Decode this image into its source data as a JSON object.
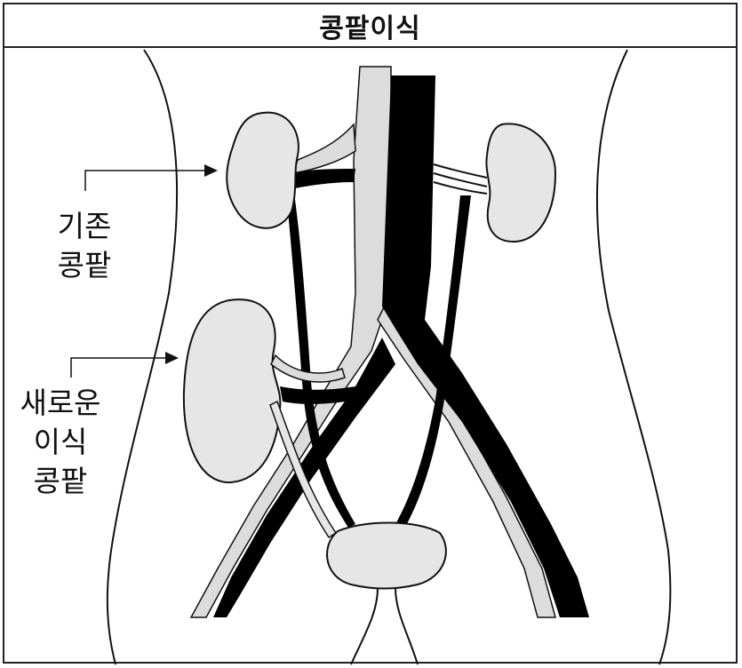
{
  "title": "콩팥이식",
  "labels": {
    "existing_kidney": [
      "기존",
      "콩팥"
    ],
    "new_kidney": [
      "새로운",
      "이식",
      "콩팥"
    ]
  },
  "colors": {
    "outline": "#111111",
    "organ_fill": "#e6e6e6",
    "vessel_dark": "#000000",
    "vessel_light": "#dcdcdc"
  }
}
